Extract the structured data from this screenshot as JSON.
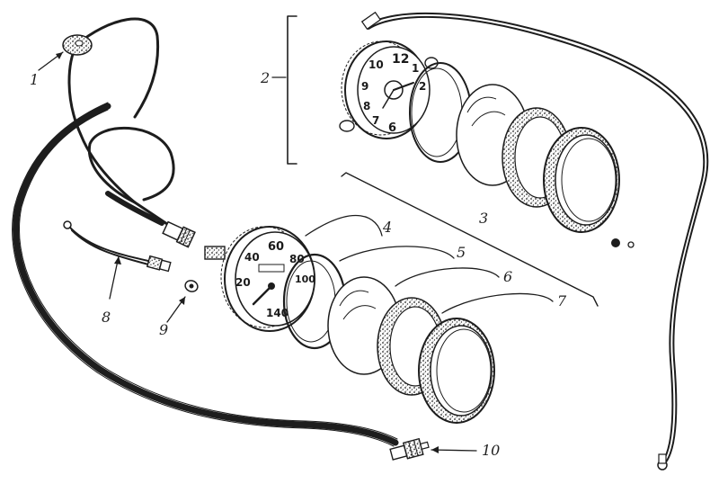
{
  "labels": {
    "l1": "1",
    "l2": "2",
    "l3": "3",
    "l4": "4",
    "l5": "5",
    "l6": "6",
    "l7": "7",
    "l8": "8",
    "l9": "9",
    "l10": "10"
  },
  "clock_numerals": [
    "12",
    "1",
    "2",
    "10",
    "9",
    "8",
    "7",
    "6"
  ],
  "speedo_numerals": [
    "20",
    "40",
    "60",
    "80",
    "100",
    "140"
  ]
}
